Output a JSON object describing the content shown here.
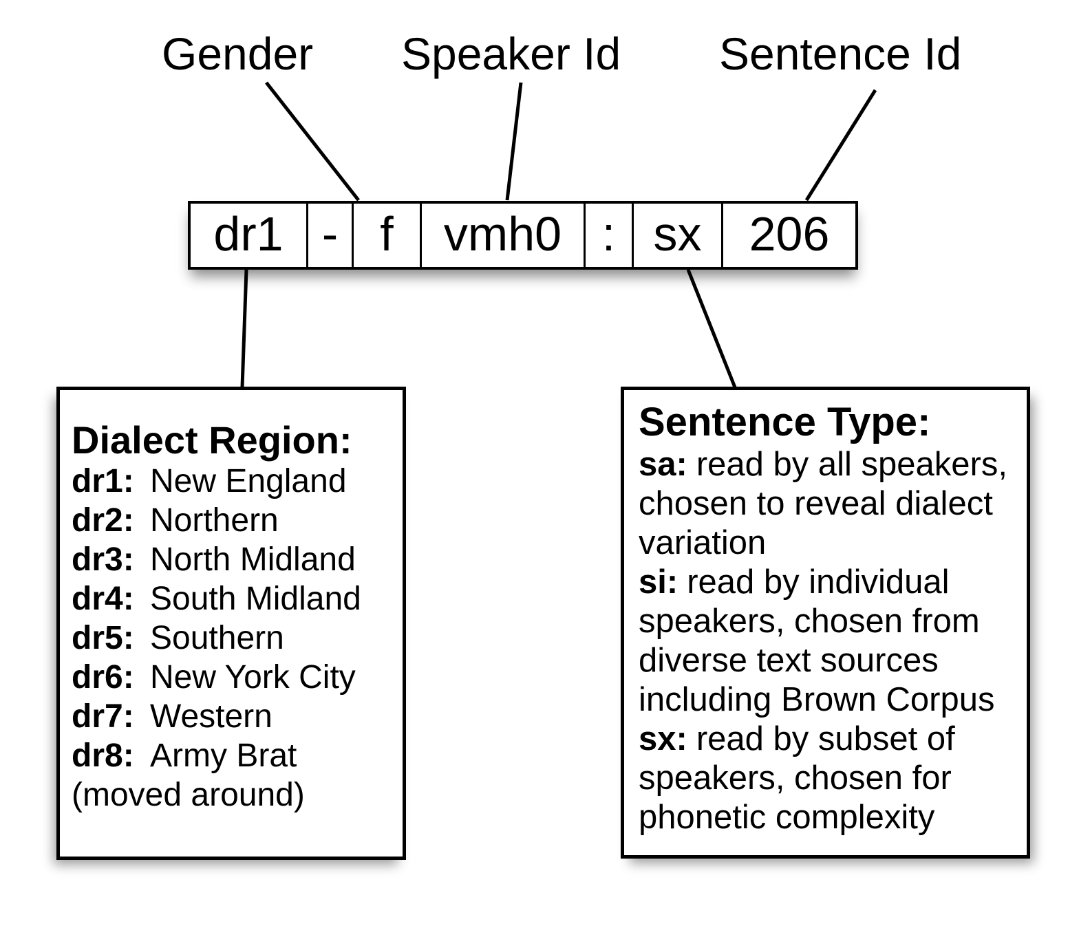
{
  "field_labels": {
    "gender": "Gender",
    "speaker_id": "Speaker Id",
    "sentence_id": "Sentence Id"
  },
  "code_box": {
    "cells": [
      "dr1",
      "-",
      "f",
      "vmh0",
      ":",
      "sx",
      "206"
    ]
  },
  "dialect_box": {
    "title": "Dialect Region:",
    "entries": [
      {
        "code": "dr1:",
        "label": "New England"
      },
      {
        "code": "dr2:",
        "label": "Northern"
      },
      {
        "code": "dr3:",
        "label": "North Midland"
      },
      {
        "code": "dr4:",
        "label": "South Midland"
      },
      {
        "code": "dr5:",
        "label": "Southern"
      },
      {
        "code": "dr6:",
        "label": "New York City"
      },
      {
        "code": "dr7:",
        "label": "Western"
      },
      {
        "code": "dr8:",
        "label": "Army Brat"
      }
    ],
    "note": "(moved around)"
  },
  "sentence_box": {
    "title": "Sentence Type:",
    "entries": [
      {
        "code": "sa:",
        "lines": [
          "read by all speakers,",
          "chosen to reveal dialect",
          "variation"
        ]
      },
      {
        "code": "si:",
        "lines": [
          "read by individual",
          "speakers, chosen from",
          "diverse text sources",
          "including Brown Corpus"
        ]
      },
      {
        "code": "sx:",
        "lines": [
          "read by subset of",
          "speakers, chosen for",
          "phonetic complexity"
        ]
      }
    ]
  },
  "colors": {
    "ink": "#000000",
    "background": "#ffffff"
  }
}
